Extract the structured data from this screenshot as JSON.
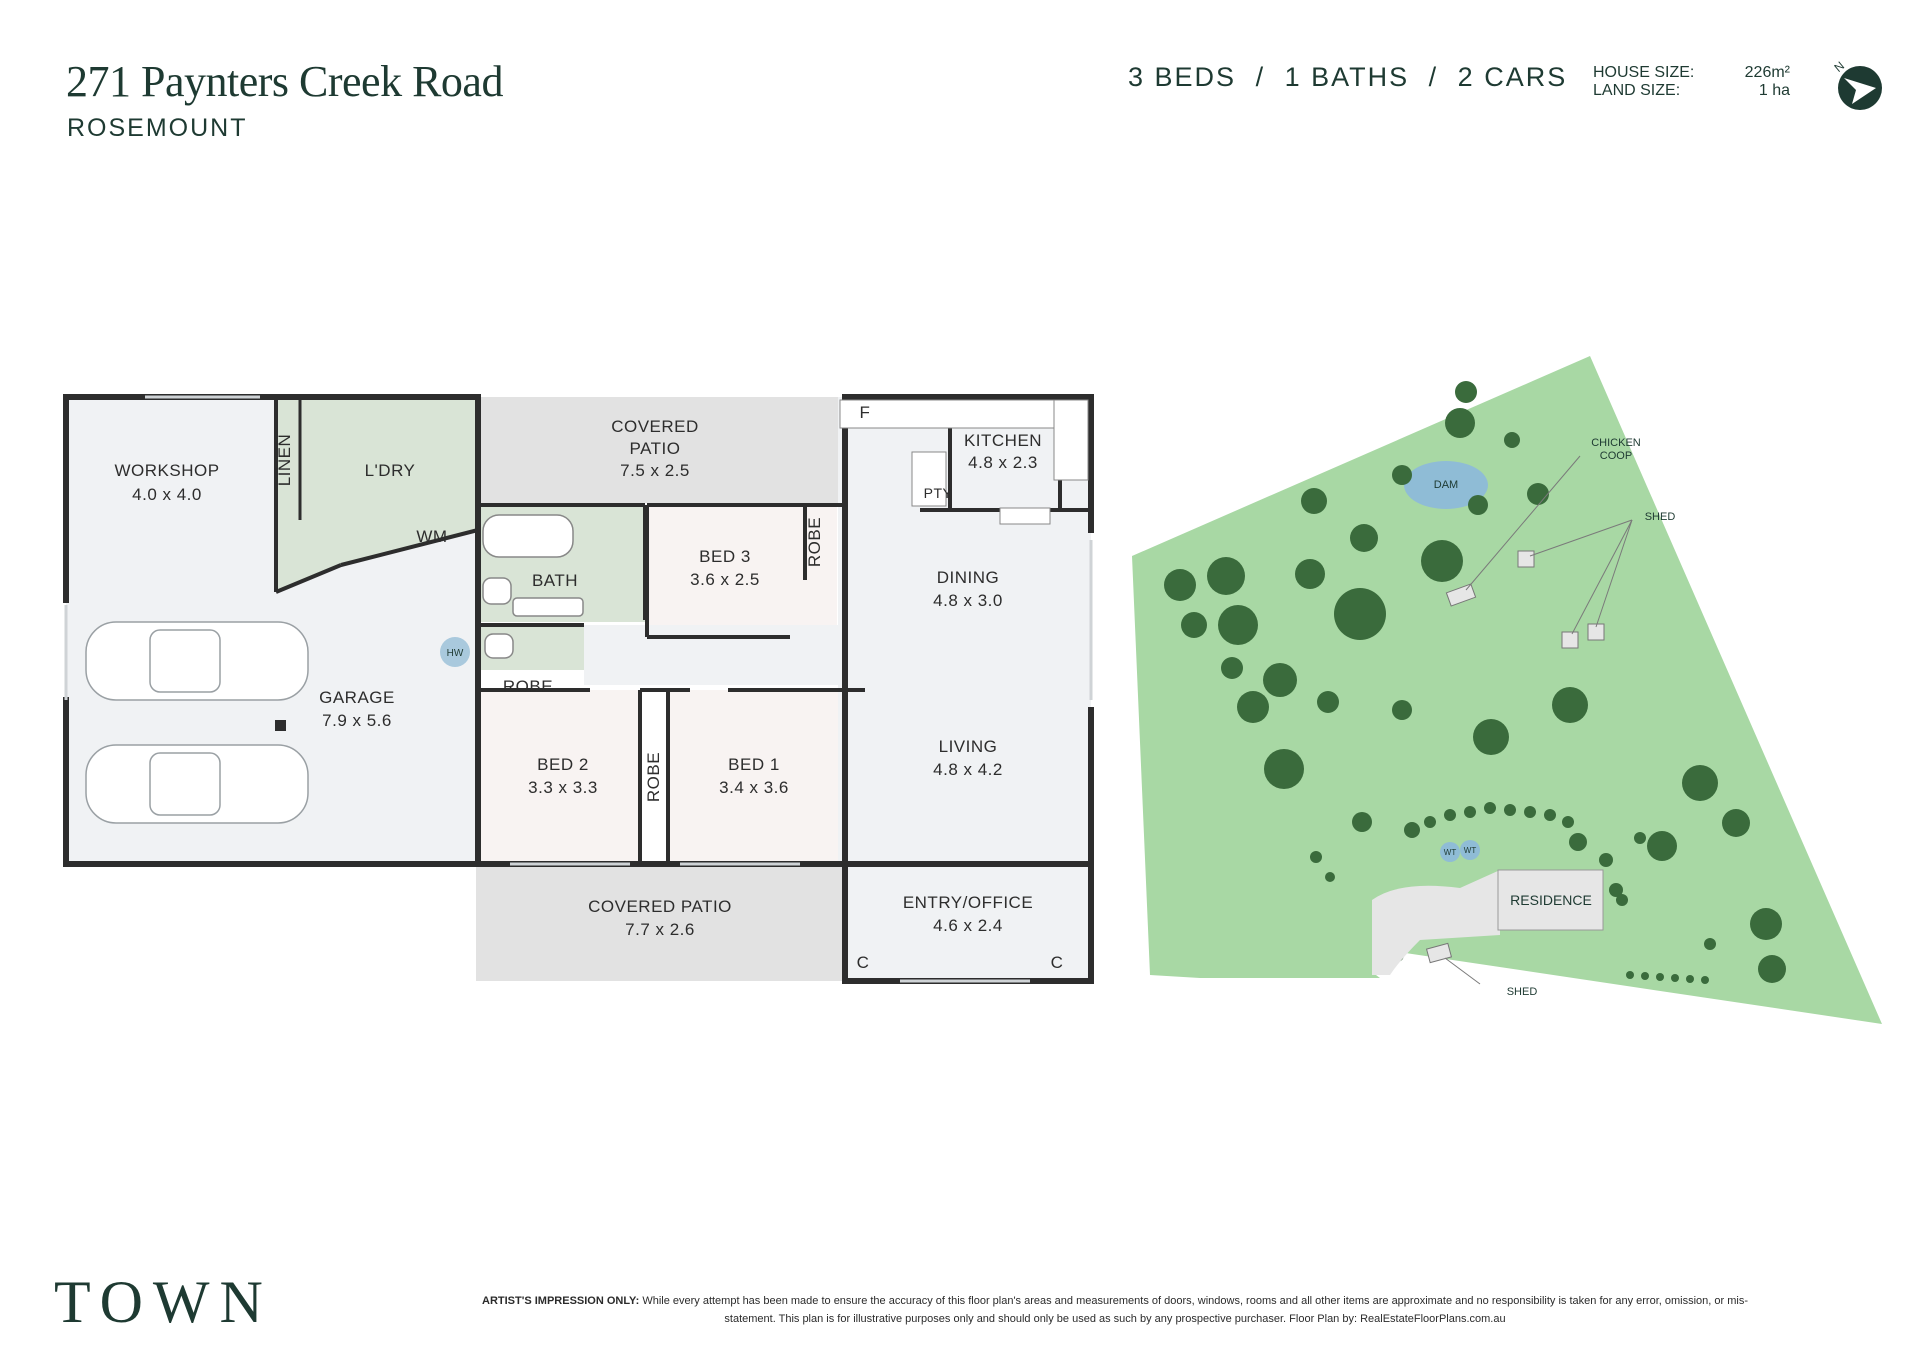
{
  "header": {
    "street": "271 Paynters Creek Road",
    "suburb": "ROSEMOUNT",
    "beds": "3 BEDS",
    "baths": "1 BATHS",
    "cars": "2 CARS",
    "separator": "/",
    "house_size_label": "HOUSE SIZE:",
    "house_size_value": "226m²",
    "land_size_label": "LAND SIZE:",
    "land_size_value": "1 ha",
    "compass_letter": "N"
  },
  "floorplan": {
    "rooms": {
      "workshop": {
        "name": "WORKSHOP",
        "dims": "4.0 x 4.0"
      },
      "linen": {
        "name": "LINEN"
      },
      "laundry": {
        "name": "L'DRY"
      },
      "wm": {
        "name": "WM"
      },
      "covered_patio_top": {
        "name_line1": "COVERED",
        "name_line2": "PATIO",
        "dims": "7.5 x 2.5"
      },
      "kitchen": {
        "name": "KITCHEN",
        "dims": "4.8 x 2.3"
      },
      "fridge": {
        "name": "F"
      },
      "pantry": {
        "name": "PTY"
      },
      "bath": {
        "name": "BATH"
      },
      "bed3": {
        "name": "BED 3",
        "dims": "3.6 x 2.5"
      },
      "robe_bed3": {
        "name": "ROBE"
      },
      "dining": {
        "name": "DINING",
        "dims": "4.8 x 3.0"
      },
      "hw": {
        "name": "HW"
      },
      "garage": {
        "name": "GARAGE",
        "dims": "7.9 x 5.6"
      },
      "robe_hall": {
        "name": "ROBE"
      },
      "bed2": {
        "name": "BED 2",
        "dims": "3.3 x 3.3"
      },
      "robe_bed1": {
        "name": "ROBE"
      },
      "bed1": {
        "name": "BED 1",
        "dims": "3.4 x 3.6"
      },
      "living": {
        "name": "LIVING",
        "dims": "4.8 x 4.2"
      },
      "covered_patio_bottom": {
        "name": "COVERED PATIO",
        "dims": "7.7 x 2.6"
      },
      "entry_office": {
        "name": "ENTRY/OFFICE",
        "dims": "4.6 x 2.4"
      },
      "cupboard_left": {
        "name": "C"
      },
      "cupboard_right": {
        "name": "C"
      }
    }
  },
  "siteplan": {
    "chicken_coop_line1": "CHICKEN",
    "chicken_coop_line2": "COOP",
    "shed_top": "SHED",
    "dam": "DAM",
    "water_tank_1": "WT",
    "water_tank_2": "WT",
    "residence": "RESIDENCE",
    "shed_bottom": "SHED"
  },
  "footer": {
    "brand": "TOWN",
    "disclaimer_bold": "ARTIST'S IMPRESSION ONLY:",
    "disclaimer_text": "While every attempt has been made to ensure the accuracy of this floor plan's areas and measurements of doors, windows, rooms and all other items are approximate and no responsibility is taken for any error, omission, or mis-statement. This plan is for illustrative purposes only and should only be used as such by any prospective purchaser. Floor Plan by: RealEstateFloorPlans.com.au"
  },
  "colors": {
    "brand_green": "#1e3a32",
    "room_fill": "#f0f2f4",
    "bedroom_fill": "#f8f3f2",
    "laundry_fill": "#d9e4d6",
    "patio_fill": "#e2e2e2",
    "wall": "#2d2d2d",
    "lawn": "#a8d8a4",
    "tree": "#3a6b3c",
    "dam": "#8fbcd6"
  }
}
